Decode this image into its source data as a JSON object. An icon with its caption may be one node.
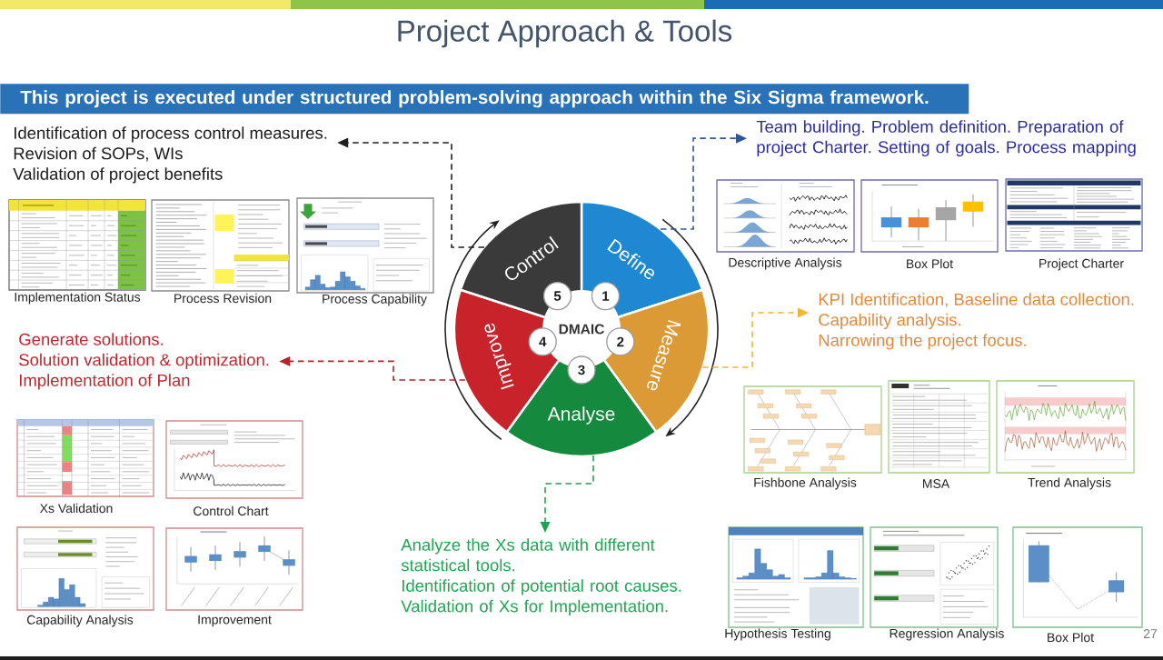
{
  "diagram": {
    "title": "Project Approach & Tools",
    "nodes": [
      {
        "text": [
          "This project is executed under structured problem-solving approach within the Six Sigma framework."
        ]
      },
      {
        "text": [
          "Identification of process control measures.",
          "Revision of SOPs, WIs",
          "Validation of project benefits"
        ]
      },
      {
        "text": [
          "Team building. Problem definition. Preparation of project Charter. Setting of goals. Process mapping"
        ]
      },
      {
        "text": [
          "Define"
        ]
      },
      {
        "text": [
          "Measure"
        ]
      },
      {
        "text": [
          "Analyse"
        ]
      },
      {
        "text": [
          "Improve"
        ]
      },
      {
        "text": [
          "Control"
        ]
      },
      {
        "text": [
          "DMAIC"
        ]
      },
      {
        "text": [
          "1"
        ],
        "in": 3
      },
      {
        "text": [
          "2"
        ],
        "in": 4
      },
      {
        "text": [
          "3"
        ],
        "in": 5
      },
      {
        "text": [
          "4"
        ],
        "in": 6
      },
      {
        "text": [
          "5"
        ],
        "in": 7
      },
      {
        "text": [
          "KPI Identification, Baseline data collection.",
          "Capability analysis.",
          "Narrowing the project focus."
        ]
      },
      {
        "text": [
          "Generate solutions.",
          "Solution validation & optimization.",
          "Implementation of Plan"
        ]
      },
      {
        "text": [
          "Analyze the Xs data with different statistical tools.",
          "Identification of potential root causes.",
          "Validation of Xs for Implementation."
        ]
      }
    ],
    "edges": [
      {
        "from": 3,
        "to": 2,
        "arrow": "to",
        "style": "dashed",
        "color": "#2f5597"
      },
      {
        "from": 4,
        "to": 14,
        "arrow": "to",
        "style": "dashed",
        "color": "#f2b530"
      },
      {
        "from": 5,
        "to": 16,
        "arrow": "to",
        "style": "dashed",
        "color": "#22a050"
      },
      {
        "from": 6,
        "to": 15,
        "arrow": "to",
        "style": "dashed",
        "color": "#b5232b"
      },
      {
        "from": 7,
        "to": 1,
        "arrow": "to",
        "style": "dashed",
        "color": "#1f1f1f"
      }
    ],
    "labels": [
      "Implementation Status",
      "Process Revision",
      "Process Capability",
      "Descriptive Analysis",
      "Box Plot",
      "Project Charter",
      "Fishbone Analysis",
      "MSA",
      "Trend Analysis",
      "Xs Validation",
      "Control Chart",
      "Capability Analysis",
      "Improvement",
      "Hypothesis Testing",
      "Regression Analysis",
      "Box Plot",
      "27"
    ]
  }
}
